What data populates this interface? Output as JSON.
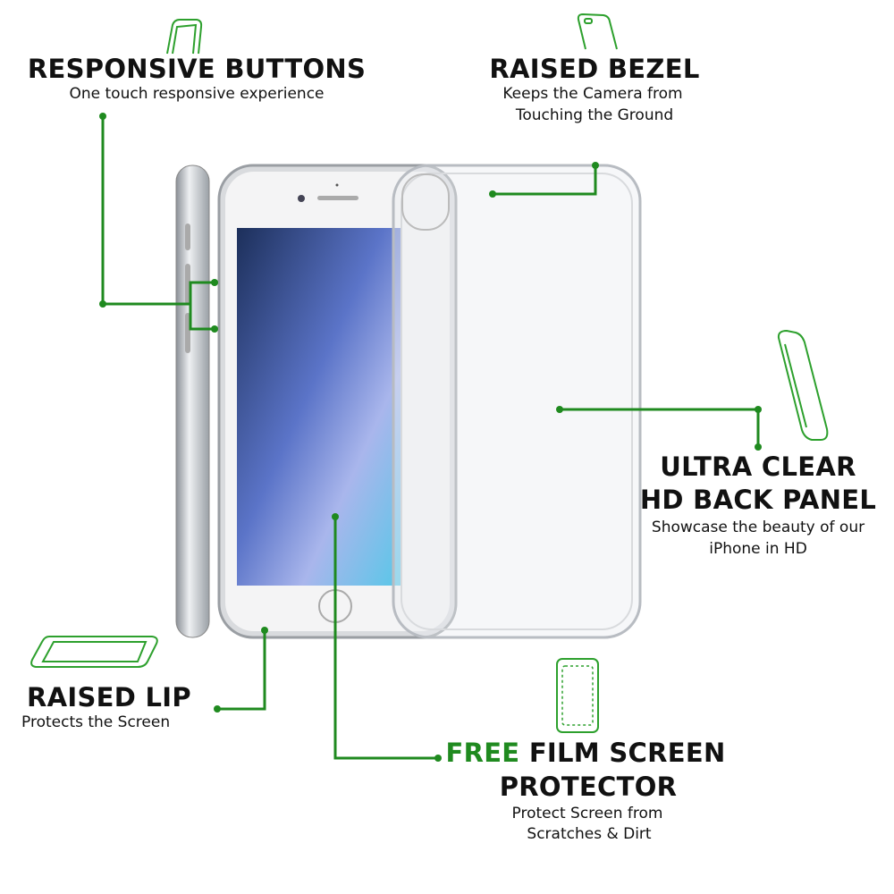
{
  "accent_color": "#1f8a1f",
  "callouts": {
    "responsive_buttons": {
      "title": "RESPONSIVE BUTTONS",
      "subtitle": "One touch responsive experience",
      "icon": "phone-side-outline-icon"
    },
    "raised_bezel": {
      "title": "RAISED BEZEL",
      "subtitle_1": "Keeps the Camera from",
      "subtitle_2": "Touching the Ground",
      "icon": "phone-back-outline-icon"
    },
    "back_panel": {
      "title_1": "ULTRA CLEAR",
      "title_2": "HD BACK PANEL",
      "subtitle_1": "Showcase the beauty of our",
      "subtitle_2": "iPhone in HD",
      "icon": "case-tilted-outline-icon"
    },
    "raised_lip": {
      "title": "RAISED LIP",
      "subtitle": "Protects the Screen",
      "icon": "case-flat-outline-icon"
    },
    "film": {
      "title_highlight": "FREE",
      "title_rest": " FILM SCREEN",
      "title_2": "PROTECTOR",
      "subtitle_1": "Protect Screen from",
      "subtitle_2": "Scratches & Dirt",
      "icon": "screen-protector-outline-icon"
    }
  }
}
